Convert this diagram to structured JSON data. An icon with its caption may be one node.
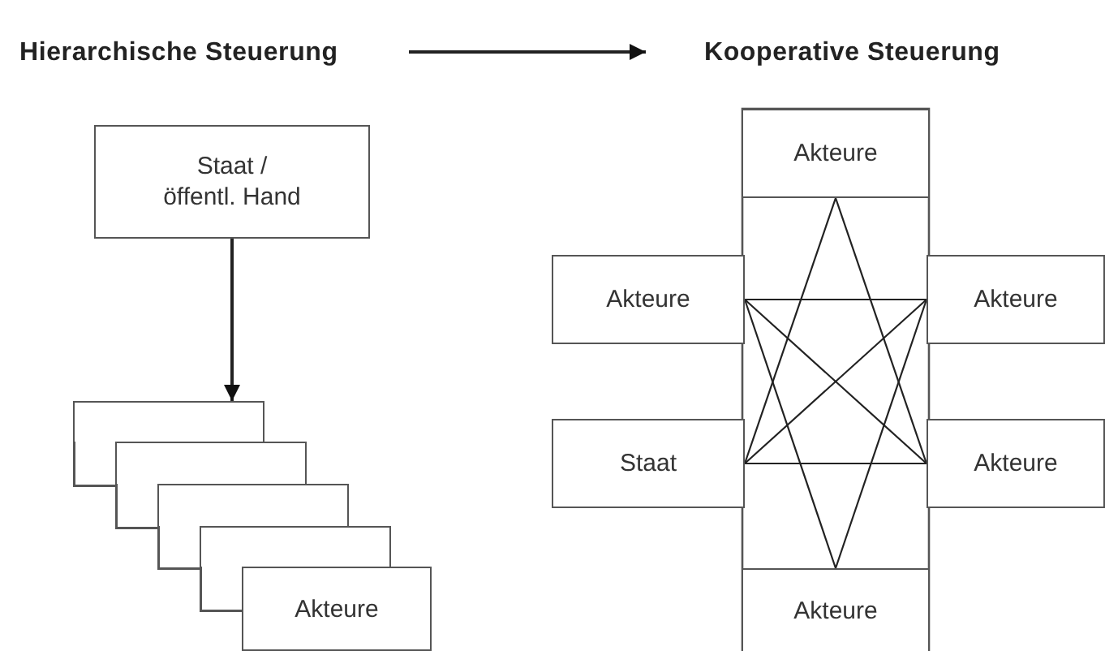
{
  "diagram": {
    "nodes": [
      {
        "text": [
          "Hierarchische Steuerung"
        ]
      },
      {
        "text": [
          "Kooperative Steuerung"
        ]
      },
      {
        "text": [
          "Staat / öffentl. Hand"
        ]
      },
      {
        "text": [],
        "shape": "box"
      },
      {
        "text": [],
        "shape": "box"
      },
      {
        "text": [],
        "shape": "box"
      },
      {
        "text": [],
        "shape": "box"
      },
      {
        "text": [
          "Akteure"
        ]
      },
      {
        "text": [
          "Akteure"
        ]
      },
      {
        "text": [
          "Akteure"
        ]
      },
      {
        "text": [
          "Akteure"
        ]
      },
      {
        "text": [
          "Staat"
        ]
      },
      {
        "text": [
          "Akteure"
        ]
      },
      {
        "text": [
          "Akteure"
        ]
      }
    ],
    "edges": [
      {
        "from": 0,
        "to": 1,
        "arrow": "to"
      },
      {
        "from": 2,
        "to": 3,
        "arrow": "to"
      },
      {
        "from": 8,
        "to": 11,
        "arrow": "none"
      },
      {
        "from": 8,
        "to": 12,
        "arrow": "none"
      },
      {
        "from": 13,
        "to": 9,
        "arrow": "none"
      },
      {
        "from": 13,
        "to": 10,
        "arrow": "none"
      },
      {
        "from": 9,
        "to": 10,
        "arrow": "none"
      },
      {
        "from": 11,
        "to": 12,
        "arrow": "none"
      },
      {
        "from": 9,
        "to": 12,
        "arrow": "none"
      },
      {
        "from": 11,
        "to": 10,
        "arrow": "none"
      }
    ]
  }
}
